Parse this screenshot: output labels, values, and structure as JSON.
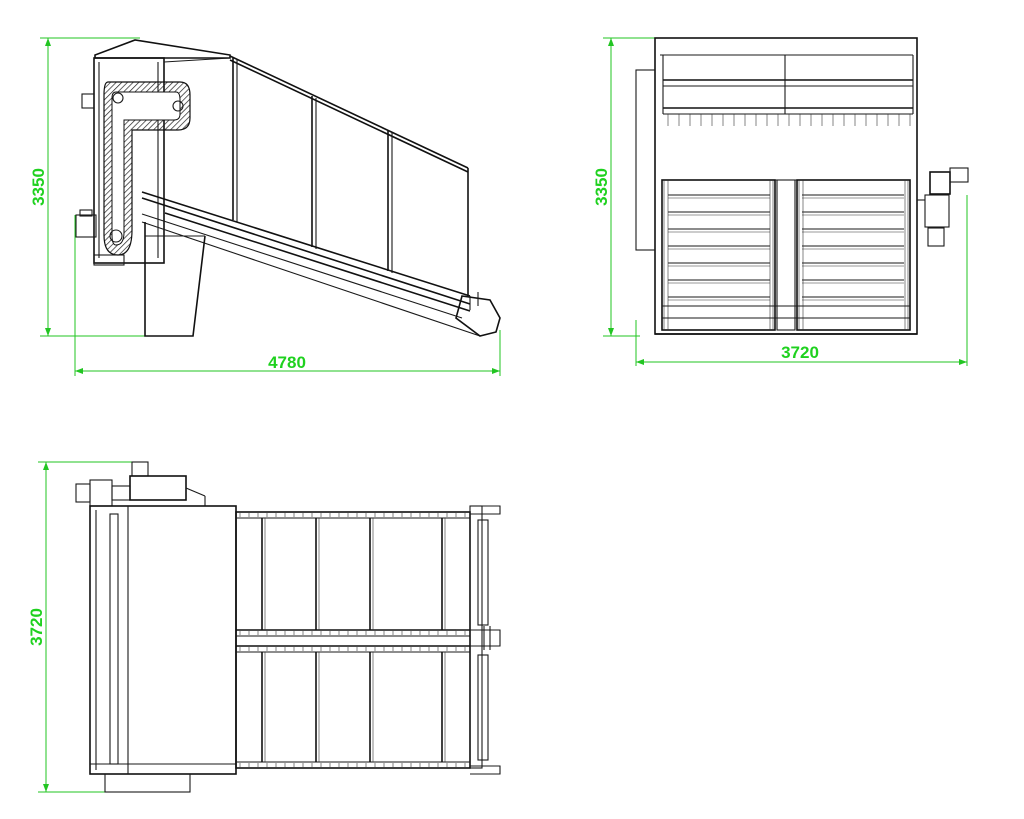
{
  "dimensions": {
    "side_view": {
      "height": "3350",
      "length": "4780"
    },
    "front_view": {
      "height": "3350",
      "width": "3720"
    },
    "top_view": {
      "width": "3720"
    }
  },
  "colors": {
    "dimension": "#1fd11f",
    "linework": "#1a1a1a",
    "background": "#ffffff"
  }
}
